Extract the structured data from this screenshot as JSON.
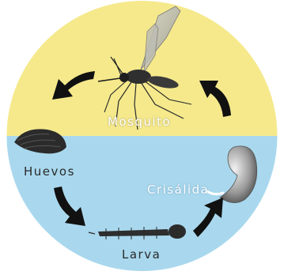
{
  "diagram": {
    "stages": {
      "mosquito": "Mosquito",
      "huevos": "Huevos",
      "larva": "Larva",
      "crisalida": "Crisálida"
    },
    "colors": {
      "top_half": "#f5e98c",
      "bottom_half": "#a9d8ee",
      "arrow": "#111111",
      "insect": "#2b2b2b"
    },
    "icons": [
      "mosquito-image",
      "eggs-image",
      "larva-image",
      "pupa-image",
      "cycle-arrow-icon"
    ]
  }
}
